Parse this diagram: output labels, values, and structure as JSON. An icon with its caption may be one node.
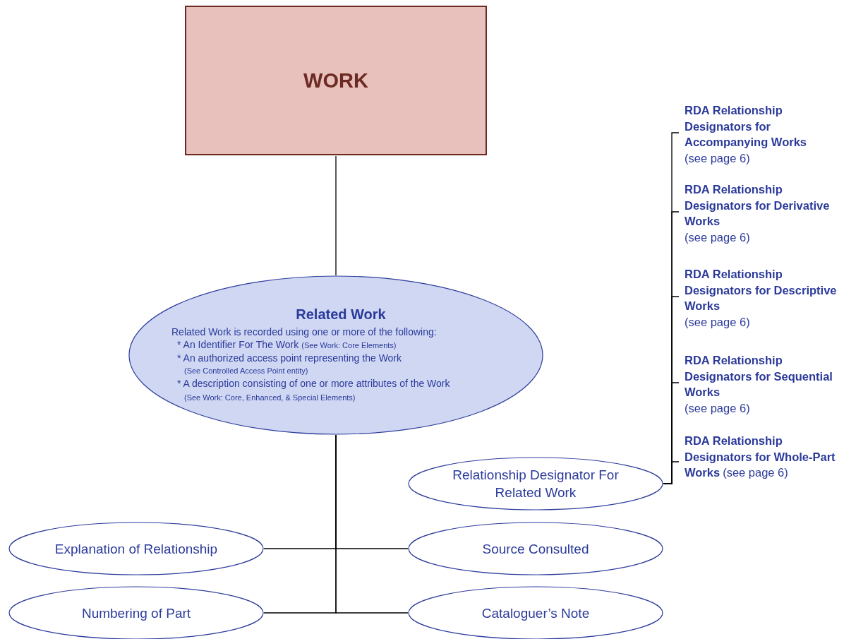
{
  "diagram": {
    "nodes": [
      {
        "text": [
          "WORK"
        ]
      },
      {
        "text": [
          "Related Work",
          "Related Work is recorded using one or more of the following:",
          "* An Identifier For The Work",
          "(See Work: Core Elements)",
          "* An authorized access point representing the Work",
          "(See Controlled Access Point entity)",
          "* A description consisting of one or more attributes of the Work",
          "(See Work: Core, Enhanced, & Special Elements)"
        ]
      },
      {
        "text": [
          "Relationship Designator For Related Work"
        ]
      },
      {
        "text": [
          "RDA Relationship Designators for Accompanying Works",
          "(see page 6)"
        ]
      },
      {
        "text": [
          "RDA Relationship Designators for Derivative Works",
          "(see page 6)"
        ]
      },
      {
        "text": [
          "RDA Relationship Designators for Descriptive Works",
          "(see page 6)"
        ]
      },
      {
        "text": [
          "RDA Relationship Designators for Sequential Works",
          "(see page 6)"
        ]
      },
      {
        "text": [
          "RDA Relationship Designators for Whole-Part Works",
          "(see page 6)"
        ]
      },
      {
        "text": [
          "Explanation of Relationship"
        ]
      },
      {
        "text": [
          "Source Consulted"
        ]
      },
      {
        "text": [
          "Numbering of Part"
        ]
      },
      {
        "text": [
          "Cataloguer’s Note"
        ]
      }
    ],
    "edges": [
      {
        "from": 0,
        "to": 1,
        "arrow": "none"
      },
      {
        "from": 1,
        "to": 8,
        "arrow": "none"
      },
      {
        "from": 1,
        "to": 9,
        "arrow": "none"
      },
      {
        "from": 1,
        "to": 10,
        "arrow": "none"
      },
      {
        "from": 1,
        "to": 11,
        "arrow": "none"
      },
      {
        "from": 2,
        "to": 3,
        "arrow": "none"
      },
      {
        "from": 2,
        "to": 4,
        "arrow": "none"
      },
      {
        "from": 2,
        "to": 5,
        "arrow": "none"
      },
      {
        "from": 2,
        "to": 6,
        "arrow": "none"
      },
      {
        "from": 2,
        "to": 7,
        "arrow": "none"
      }
    ]
  }
}
